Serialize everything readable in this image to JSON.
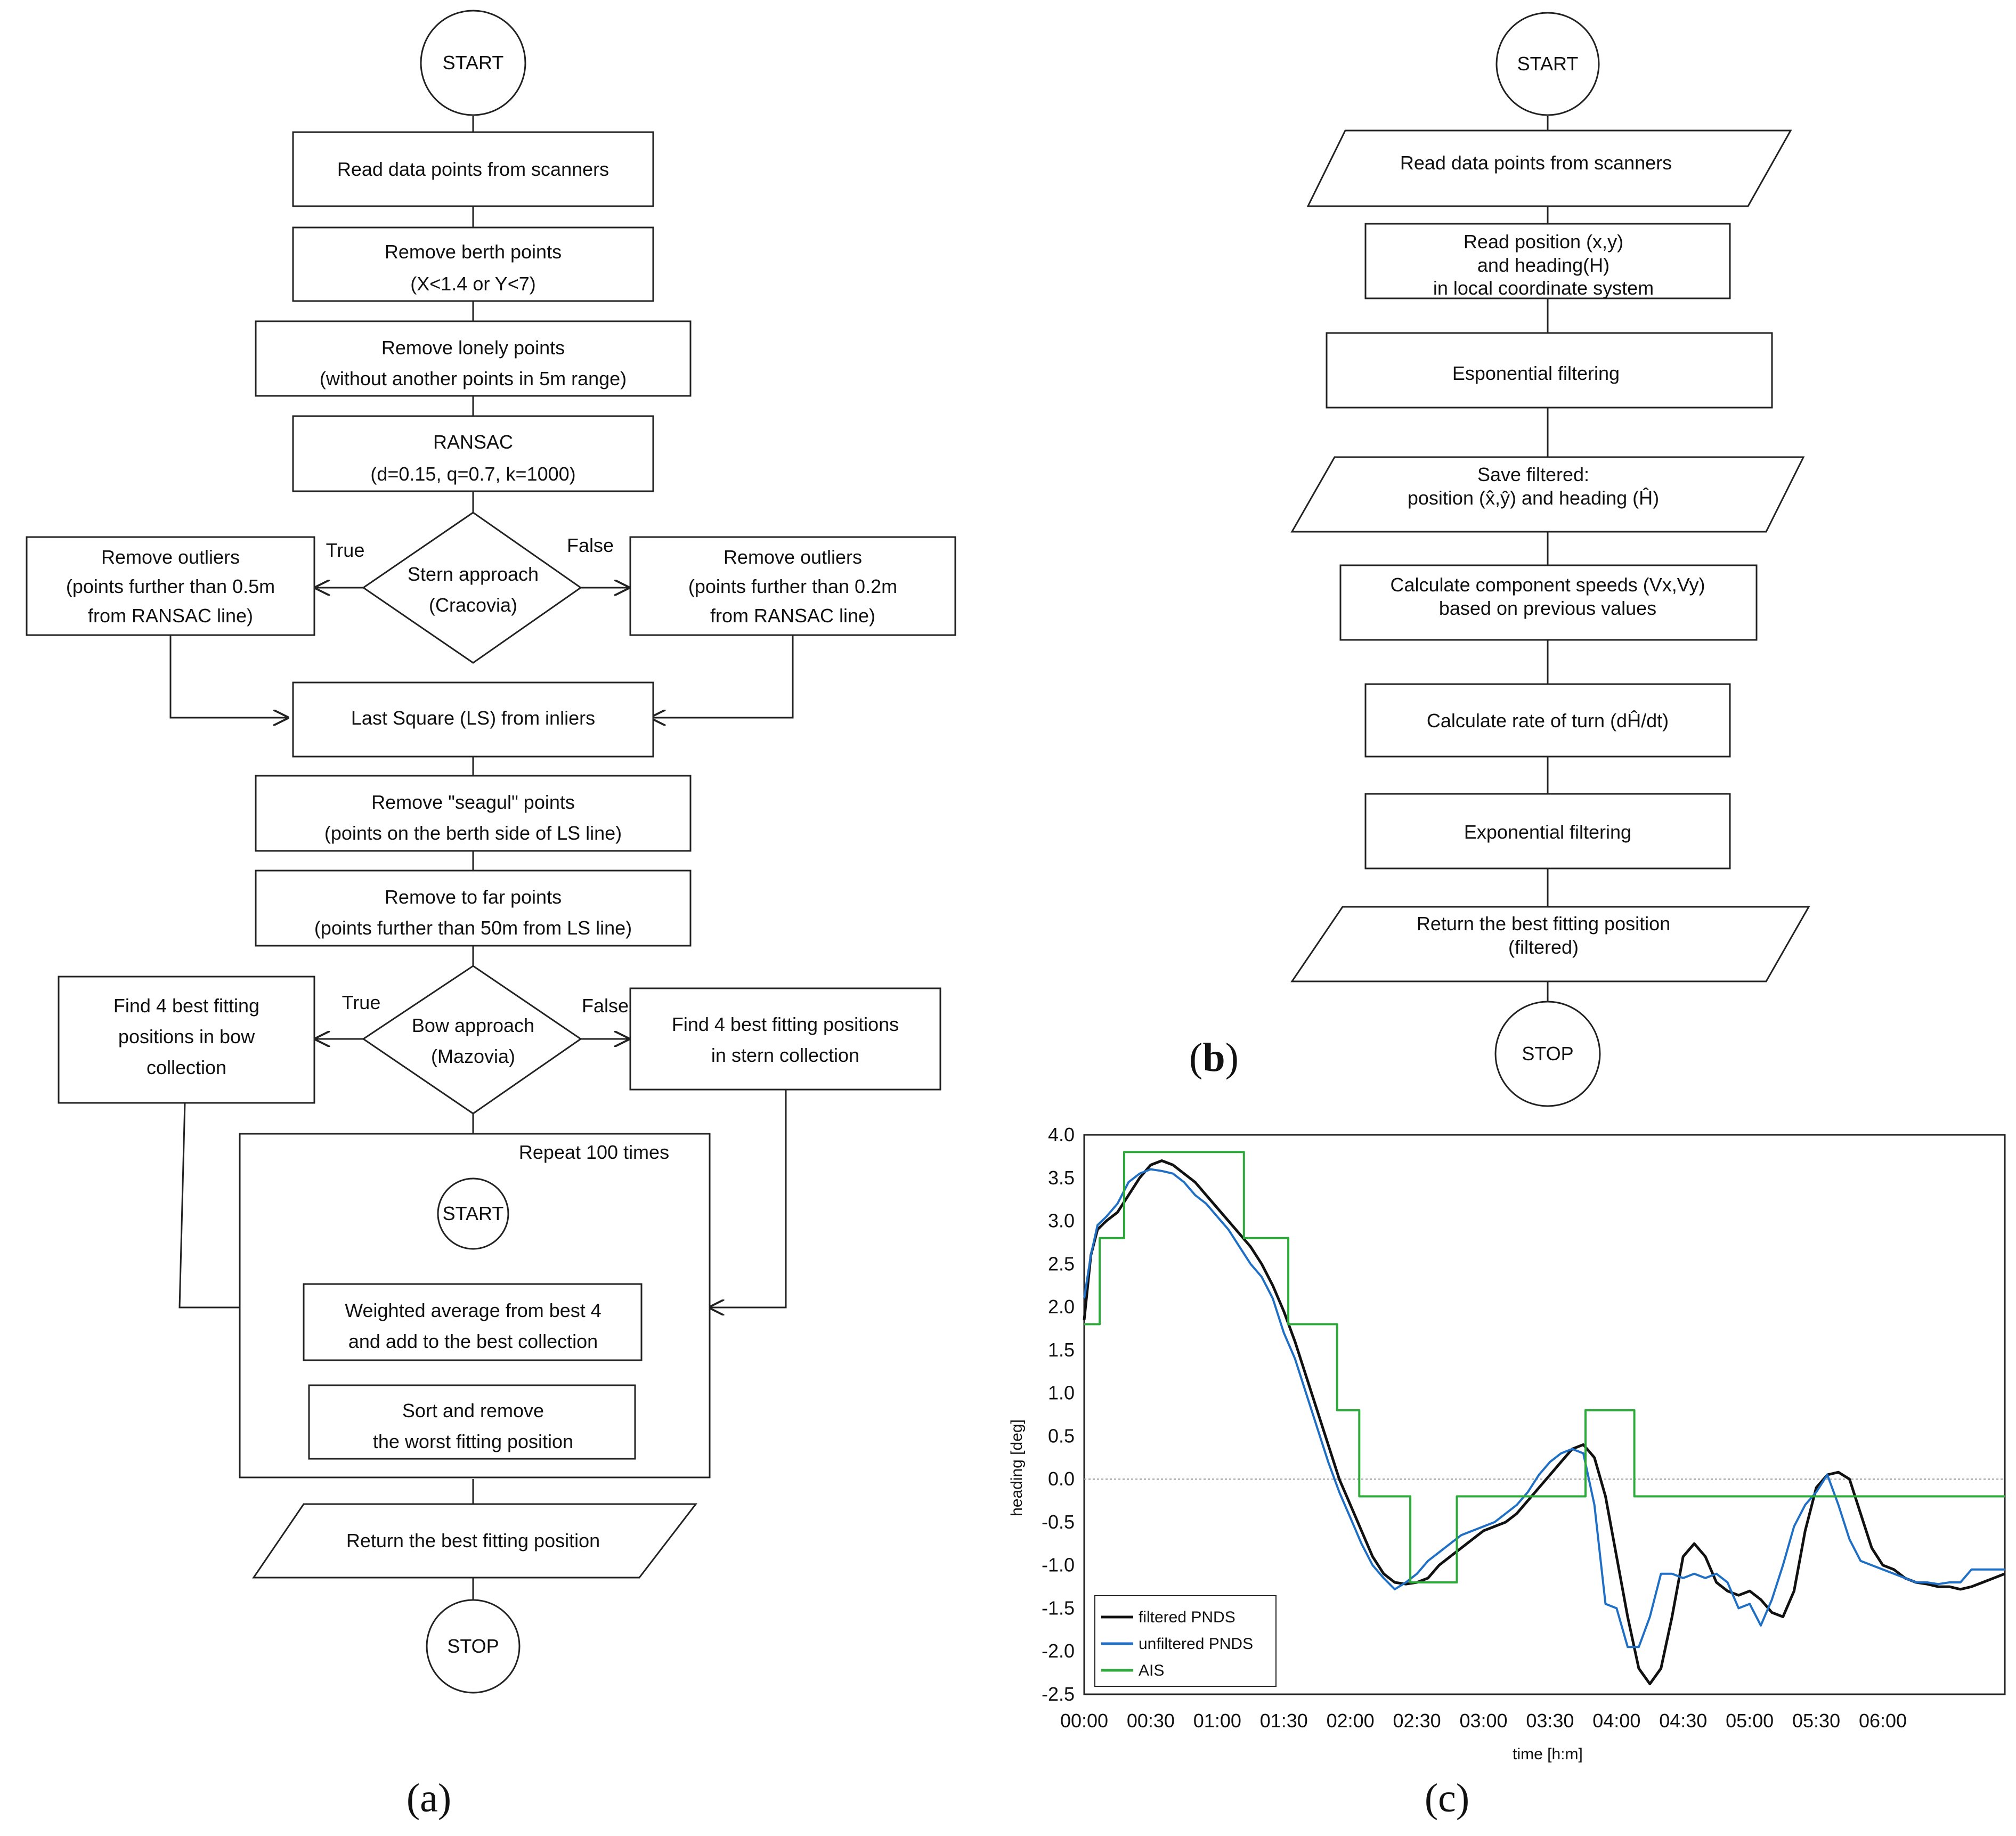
{
  "flowchart_a": {
    "start": "START",
    "read_scanners": "Read data points from scanners",
    "remove_berth_1": "Remove berth points",
    "remove_berth_2": "(X<1.4 or Y<7)",
    "remove_lonely_1": "Remove lonely points",
    "remove_lonely_2": "(without another points in 5m range)",
    "ransac_1": "RANSAC",
    "ransac_2": "(d=0.15, q=0.7, k=1000)",
    "stern_1": "Stern approach",
    "stern_2": "(Cracovia)",
    "true_1": "True",
    "false_1": "False",
    "outliers_l_1": "Remove outliers",
    "outliers_l_2": "(points further than 0.5m",
    "outliers_l_3": "from RANSAC line)",
    "outliers_r_1": "Remove outliers",
    "outliers_r_2": "(points further than 0.2m",
    "outliers_r_3": "from RANSAC line)",
    "ls": "Last Square (LS) from inliers",
    "seagul_1": "Remove \"seagul\" points",
    "seagul_2": "(points on the berth side of LS line)",
    "far_1": "Remove to far points",
    "far_2": "(points further than 50m from LS line)",
    "bow_1": "Bow approach",
    "bow_2": "(Mazovia)",
    "true_2": "True",
    "false_2": "False",
    "bow_coll_1": "Find 4 best fitting",
    "bow_coll_2": "positions in bow",
    "bow_coll_3": "collection",
    "stern_coll_1": "Find 4 best fitting positions",
    "stern_coll_2": "in stern collection",
    "repeat": "Repeat 100 times",
    "inner_start": "START",
    "weighted_1": "Weighted average from best 4",
    "weighted_2": "and add to the best collection",
    "sort_1": "Sort and remove",
    "sort_2": "the worst fitting position",
    "return_best": "Return the best fitting position",
    "stop": "STOP",
    "label": "(a)"
  },
  "flowchart_b": {
    "start": "START",
    "read_scanners": "Read data points from scanners",
    "read_pos_1": "Read position (x,y)",
    "read_pos_2": "and heading(H)",
    "read_pos_3": "in local coordinate system",
    "esponential": "Esponential filtering",
    "save_1": "Save filtered:",
    "save_2": "position (x̂,ŷ) and heading (Ĥ)",
    "speeds_1": "Calculate component speeds (Vx,Vy)",
    "speeds_2": "based on previous values",
    "rot": "Calculate rate of turn (dĤ/dt)",
    "exponential": "Exponential filtering",
    "return_1": "Return the best fitting position",
    "return_2": "(filtered)",
    "stop": "STOP",
    "label_open": "(",
    "label_letter": "b",
    "label_close": ")"
  },
  "chart_c": {
    "label": "(c)"
  },
  "chart_data": {
    "type": "line",
    "xlabel": "time [h:m]",
    "ylabel": "heading [deg]",
    "ylim": [
      -2.5,
      4.0
    ],
    "xlim_min": [
      0,
      415
    ],
    "yticks": [
      "4.0",
      "3.5",
      "3.0",
      "2.5",
      "2.0",
      "1.5",
      "1.0",
      "0.5",
      "0.0",
      "-0.5",
      "-1.0",
      "-1.5",
      "-2.0",
      "-2.5"
    ],
    "xticks": [
      "00:00",
      "00:30",
      "01:00",
      "01:30",
      "02:00",
      "02:30",
      "03:00",
      "03:30",
      "04:00",
      "04:30",
      "05:00",
      "05:30",
      "06:00"
    ],
    "legend_position": "bottom-left",
    "zero_line": "dotted",
    "series": [
      {
        "name": "filtered PNDS",
        "color": "#111111",
        "x": [
          0,
          3,
          6,
          10,
          15,
          20,
          25,
          30,
          35,
          40,
          45,
          50,
          55,
          60,
          65,
          70,
          75,
          80,
          85,
          90,
          95,
          100,
          105,
          110,
          115,
          120,
          125,
          130,
          135,
          140,
          145,
          150,
          155,
          160,
          165,
          170,
          175,
          180,
          185,
          190,
          195,
          200,
          205,
          210,
          215,
          220,
          225,
          230,
          235,
          240,
          245,
          250,
          255,
          260,
          265,
          270,
          275,
          280,
          285,
          290,
          295,
          300,
          305,
          310,
          315,
          320,
          325,
          330,
          335,
          340,
          345,
          350,
          355,
          360,
          365,
          370,
          375,
          380,
          385,
          390,
          395,
          400,
          405,
          410,
          415
        ],
        "y": [
          1.85,
          2.6,
          2.9,
          3.0,
          3.1,
          3.3,
          3.5,
          3.65,
          3.7,
          3.65,
          3.55,
          3.45,
          3.3,
          3.15,
          3.0,
          2.85,
          2.7,
          2.5,
          2.25,
          1.95,
          1.6,
          1.2,
          0.8,
          0.4,
          0.0,
          -0.3,
          -0.6,
          -0.9,
          -1.1,
          -1.2,
          -1.22,
          -1.2,
          -1.15,
          -1.0,
          -0.9,
          -0.8,
          -0.7,
          -0.6,
          -0.55,
          -0.5,
          -0.4,
          -0.25,
          -0.1,
          0.05,
          0.2,
          0.35,
          0.4,
          0.25,
          -0.2,
          -0.9,
          -1.6,
          -2.2,
          -2.38,
          -2.2,
          -1.6,
          -0.9,
          -0.75,
          -0.9,
          -1.2,
          -1.3,
          -1.35,
          -1.3,
          -1.4,
          -1.55,
          -1.6,
          -1.3,
          -0.6,
          -0.1,
          0.05,
          0.08,
          0.0,
          -0.4,
          -0.8,
          -1.0,
          -1.05,
          -1.15,
          -1.2,
          -1.22,
          -1.25,
          -1.25,
          -1.28,
          -1.25,
          -1.2,
          -1.15,
          -1.1
        ]
      },
      {
        "name": "unfiltered PNDS",
        "color": "#1f6fc5",
        "x": [
          0,
          3,
          6,
          10,
          15,
          20,
          25,
          30,
          35,
          40,
          45,
          50,
          55,
          60,
          65,
          70,
          75,
          80,
          85,
          90,
          95,
          100,
          105,
          110,
          115,
          120,
          125,
          130,
          135,
          140,
          145,
          150,
          155,
          160,
          165,
          170,
          175,
          180,
          185,
          190,
          195,
          200,
          205,
          210,
          215,
          220,
          225,
          230,
          235,
          240,
          245,
          250,
          255,
          260,
          265,
          270,
          275,
          280,
          285,
          290,
          295,
          300,
          305,
          310,
          315,
          320,
          325,
          330,
          335,
          340,
          345,
          350,
          355,
          360,
          365,
          370,
          375,
          380,
          385,
          390,
          395,
          400,
          405,
          410,
          415
        ],
        "y": [
          2.1,
          2.6,
          2.95,
          3.05,
          3.2,
          3.45,
          3.55,
          3.6,
          3.58,
          3.55,
          3.45,
          3.3,
          3.2,
          3.05,
          2.9,
          2.7,
          2.5,
          2.35,
          2.1,
          1.7,
          1.4,
          1.0,
          0.6,
          0.2,
          -0.15,
          -0.45,
          -0.75,
          -1.0,
          -1.15,
          -1.28,
          -1.2,
          -1.1,
          -0.95,
          -0.85,
          -0.75,
          -0.65,
          -0.6,
          -0.55,
          -0.5,
          -0.4,
          -0.3,
          -0.15,
          0.05,
          0.2,
          0.3,
          0.35,
          0.3,
          -0.3,
          -1.45,
          -1.5,
          -1.95,
          -1.95,
          -1.6,
          -1.1,
          -1.1,
          -1.15,
          -1.1,
          -1.15,
          -1.1,
          -1.2,
          -1.5,
          -1.45,
          -1.7,
          -1.4,
          -1.0,
          -0.55,
          -0.3,
          -0.15,
          0.05,
          -0.3,
          -0.7,
          -0.95,
          -1.0,
          -1.05,
          -1.1,
          -1.15,
          -1.2,
          -1.2,
          -1.22,
          -1.2,
          -1.2,
          -1.05,
          -1.05,
          -1.05,
          -1.05
        ]
      },
      {
        "name": "AIS",
        "color": "#2eaa3c",
        "steps": true,
        "x": [
          0,
          7,
          7,
          18,
          18,
          72,
          72,
          92,
          92,
          114,
          114,
          124,
          124,
          147,
          147,
          168,
          168,
          226,
          226,
          248,
          248,
          415
        ],
        "y": [
          1.8,
          1.8,
          2.8,
          2.8,
          3.8,
          3.8,
          2.8,
          2.8,
          1.8,
          1.8,
          0.8,
          0.8,
          -0.2,
          -0.2,
          -1.2,
          -1.2,
          -0.2,
          -0.2,
          0.8,
          0.8,
          -0.2,
          -0.2
        ]
      }
    ]
  }
}
